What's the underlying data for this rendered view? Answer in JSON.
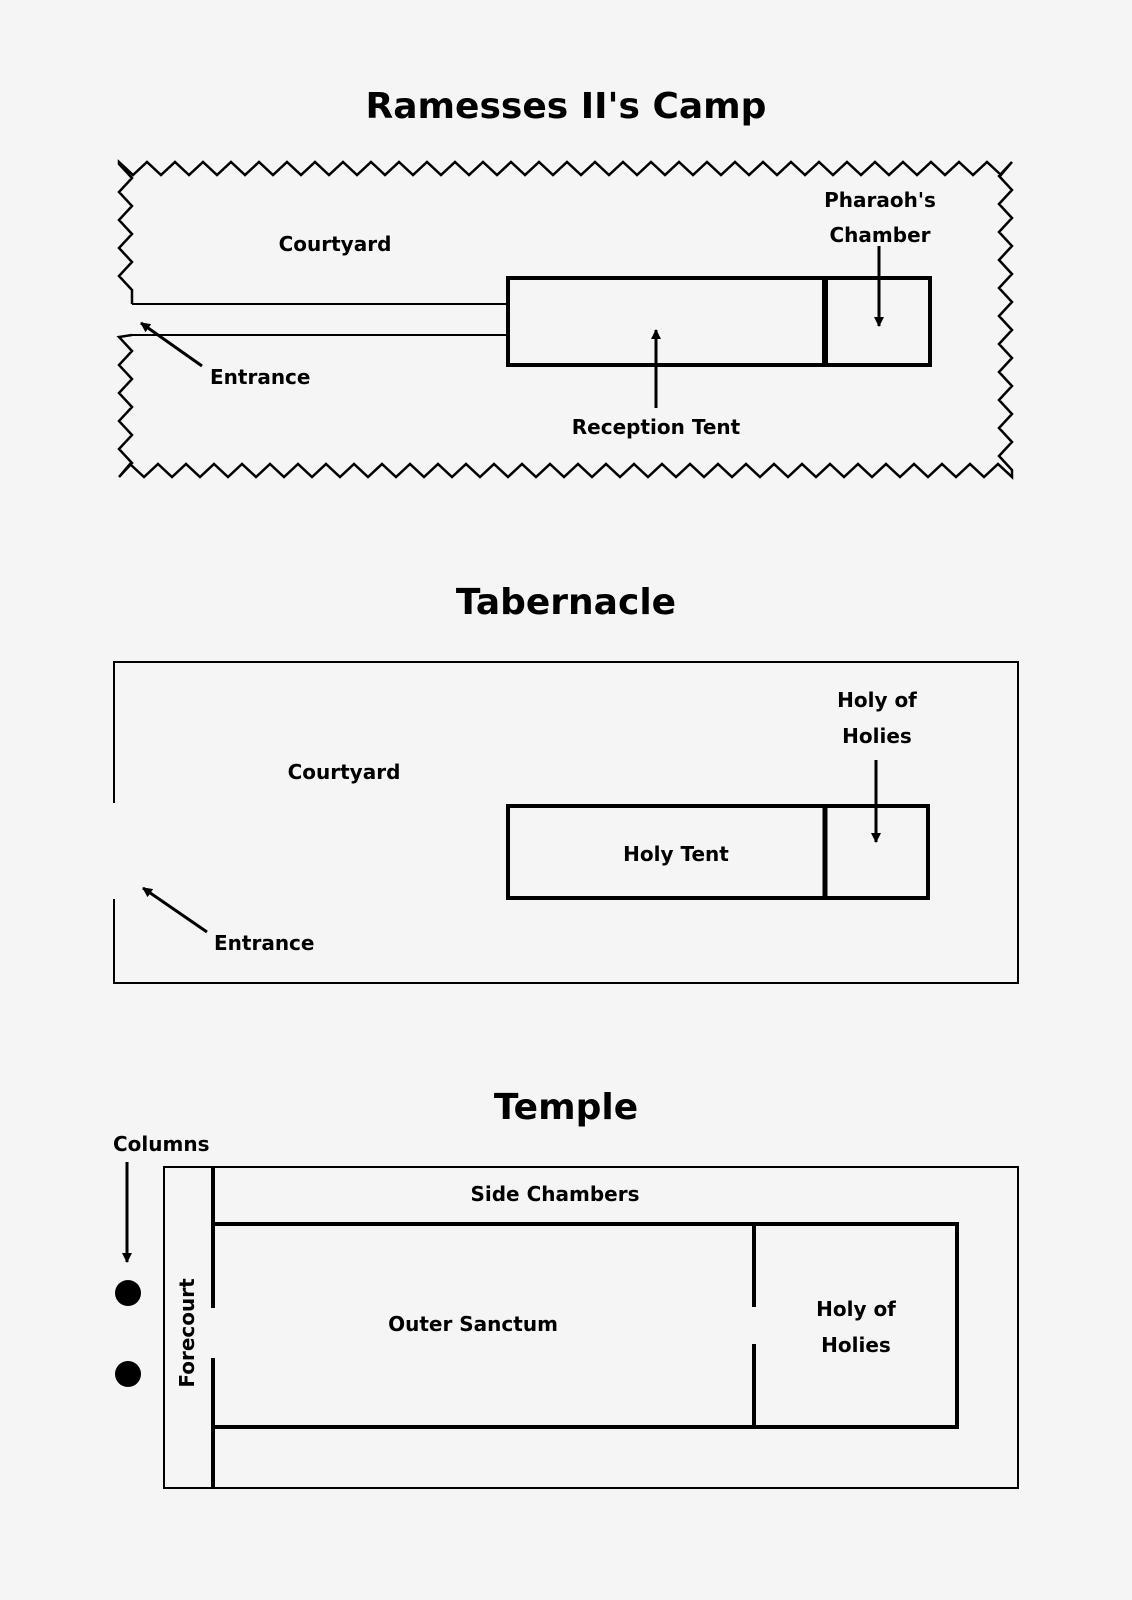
{
  "camp": {
    "title": "Ramesses II's Camp",
    "courtyard": "Courtyard",
    "pharaoh_line1": "Pharaoh's",
    "pharaoh_line2": "Chamber",
    "entrance": "Entrance",
    "reception": "Reception Tent"
  },
  "tabernacle": {
    "title": "Tabernacle",
    "courtyard": "Courtyard",
    "holy_line1": "Holy of",
    "holy_line2": "Holies",
    "holy_tent": "Holy Tent",
    "entrance": "Entrance"
  },
  "temple": {
    "title": "Temple",
    "columns": "Columns",
    "side_chambers": "Side Chambers",
    "forecourt": "Forecourt",
    "outer_sanctum": "Outer Sanctum",
    "holy_line1": "Holy of",
    "holy_line2": "Holies"
  }
}
